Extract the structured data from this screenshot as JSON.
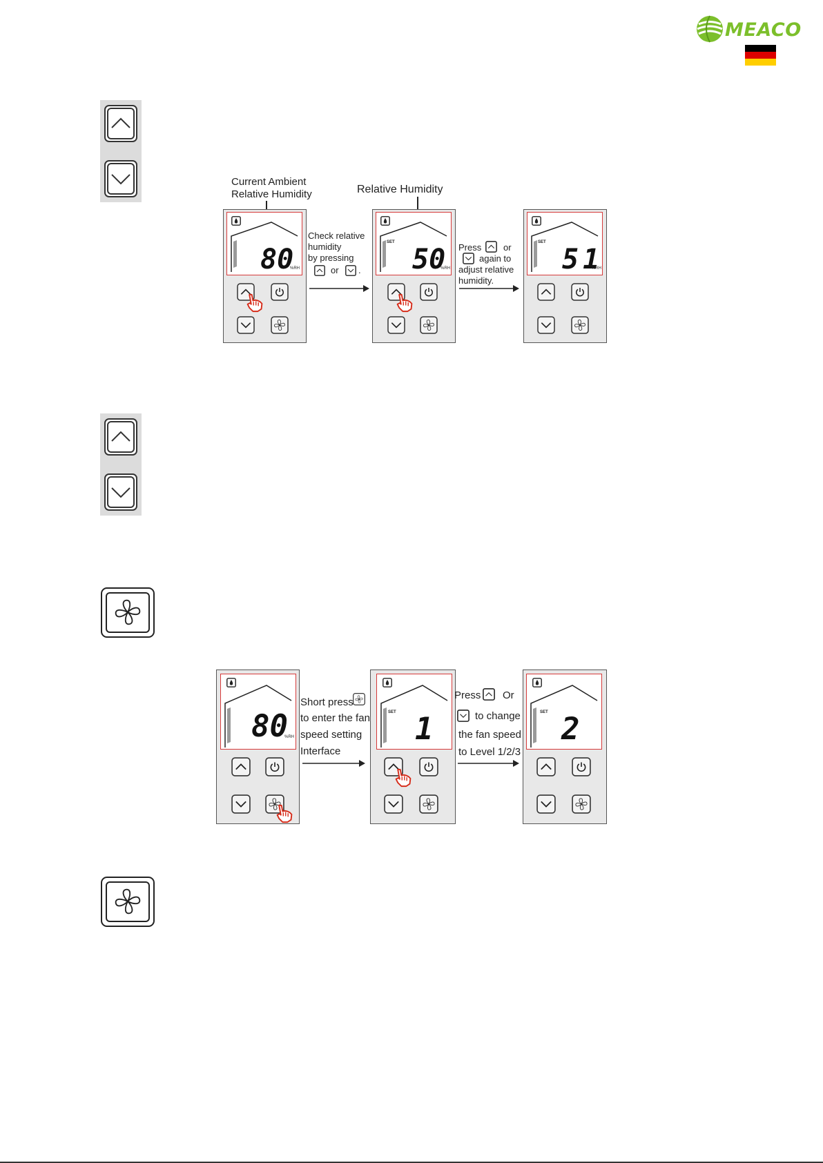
{
  "brand": {
    "name": "MEACO"
  },
  "flag": {
    "colors": [
      "#000000",
      "#dd0000",
      "#ffce00"
    ]
  },
  "colors": {
    "accent": "#7cbf2b",
    "lcd_border": "#d63a3a",
    "panel_bg": "#e8e8e8"
  },
  "icons": {
    "up": "chevron-up-icon",
    "down": "chevron-down-icon",
    "fan": "fan-icon",
    "power": "power-icon",
    "drop": "water-drop-icon",
    "hand": "pointing-hand-icon"
  },
  "diagram1": {
    "callout_left": [
      "Current Ambient",
      "Relative Humidity"
    ],
    "callout_mid": "Relative Humidity",
    "step1_text": [
      "Check relative",
      "humidity",
      "by pressing"
    ],
    "step1_or": "or",
    "step1_dot": ".",
    "step2_press": "Press",
    "step2_or": "or",
    "step2_rest": [
      "again to",
      "adjust relative",
      "humidity."
    ],
    "panels": [
      {
        "value": "80",
        "unit": "%RH",
        "set": ""
      },
      {
        "value": "50",
        "unit": "%RH",
        "set": "SET"
      },
      {
        "value": "51",
        "unit": "%RH",
        "set": "SET"
      }
    ]
  },
  "diagram2": {
    "step1_short": "Short press",
    "step1_rest": [
      "to enter the fan",
      "speed setting",
      "Interface"
    ],
    "step2_press": "Press",
    "step2_or": "Or",
    "step2_rest": [
      "to change",
      "the fan speed",
      "to Level 1/2/3"
    ],
    "panels": [
      {
        "value": "80",
        "unit": "%RH",
        "set": ""
      },
      {
        "value": "1",
        "unit": "",
        "set": "SET"
      },
      {
        "value": "2",
        "unit": "",
        "set": "SET"
      }
    ]
  }
}
